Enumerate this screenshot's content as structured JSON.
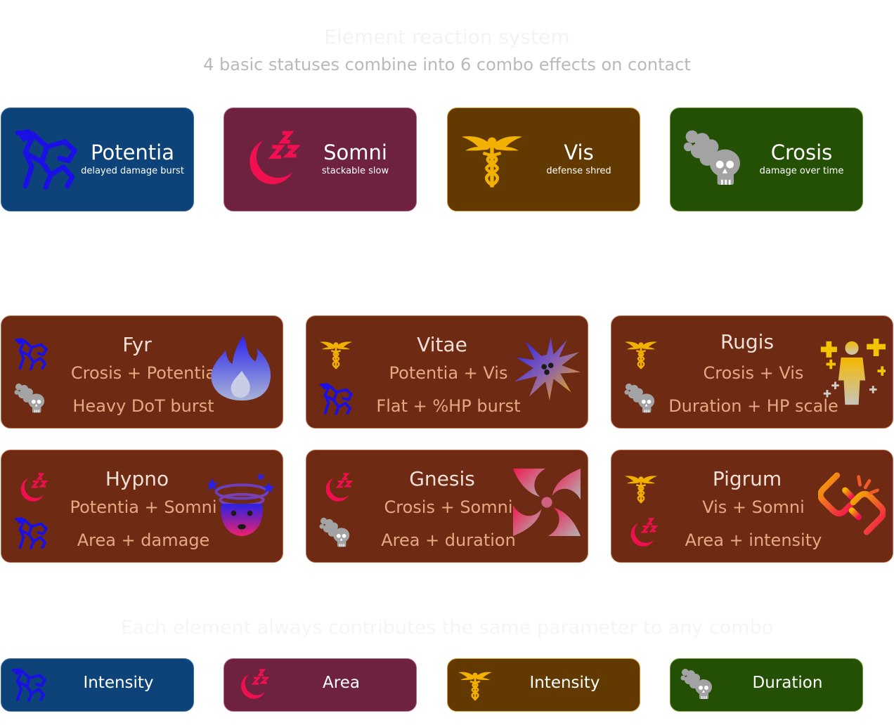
{
  "header": {
    "title": "Element reaction system",
    "subtitle": "4 basic statuses combine into 6 combo effects on contact"
  },
  "basic": [
    {
      "name": "Potentia",
      "desc": "delayed damage burst",
      "icon": "dragon-icon",
      "color": "#0e4379"
    },
    {
      "name": "Somni",
      "desc": "stackable slow",
      "icon": "moon-sleep-icon",
      "color": "#6e2240"
    },
    {
      "name": "Vis",
      "desc": "defense shred",
      "icon": "caduceus-icon",
      "color": "#623900"
    },
    {
      "name": "Crosis",
      "desc": "damage over time",
      "icon": "skull-cloud-icon",
      "color": "#245006"
    }
  ],
  "combos": [
    {
      "name": "Fyr",
      "formula": "Crosis + Potentia",
      "effect": "Heavy DoT burst",
      "icon": "flame-icon"
    },
    {
      "name": "Vitae",
      "formula": "Potentia + Vis",
      "effect": "Flat + %HP burst",
      "icon": "explosion-icon"
    },
    {
      "name": "Rugis",
      "formula": "Crosis + Vis",
      "effect": "Duration + HP scale",
      "icon": "healing-person-icon"
    },
    {
      "name": "Hypno",
      "formula": "Potentia + Somni",
      "effect": "Area + damage",
      "icon": "dizzy-face-icon"
    },
    {
      "name": "Gnesis",
      "formula": "Crosis + Somni",
      "effect": "Area + duration",
      "icon": "vortex-icon"
    },
    {
      "name": "Pigrum",
      "formula": "Vis + Somni",
      "effect": "Area + intensity",
      "icon": "broken-chain-icon"
    }
  ],
  "footnote": "Each element always contributes the same parameter to any combo",
  "params": [
    {
      "label": "Intensity",
      "icon": "dragon-icon"
    },
    {
      "label": "Area",
      "icon": "moon-sleep-icon"
    },
    {
      "label": "Intensity",
      "icon": "caduceus-icon"
    },
    {
      "label": "Duration",
      "icon": "skull-cloud-icon"
    }
  ],
  "colors": {
    "potentia": "#0e4379",
    "somni": "#6e2240",
    "vis": "#623900",
    "crosis": "#245006",
    "combo": "#6e2a13",
    "dragon": "#1a10e6",
    "moon": "#f0104f",
    "caduceus": "#f2b000",
    "skull": "#a3a3a3"
  }
}
